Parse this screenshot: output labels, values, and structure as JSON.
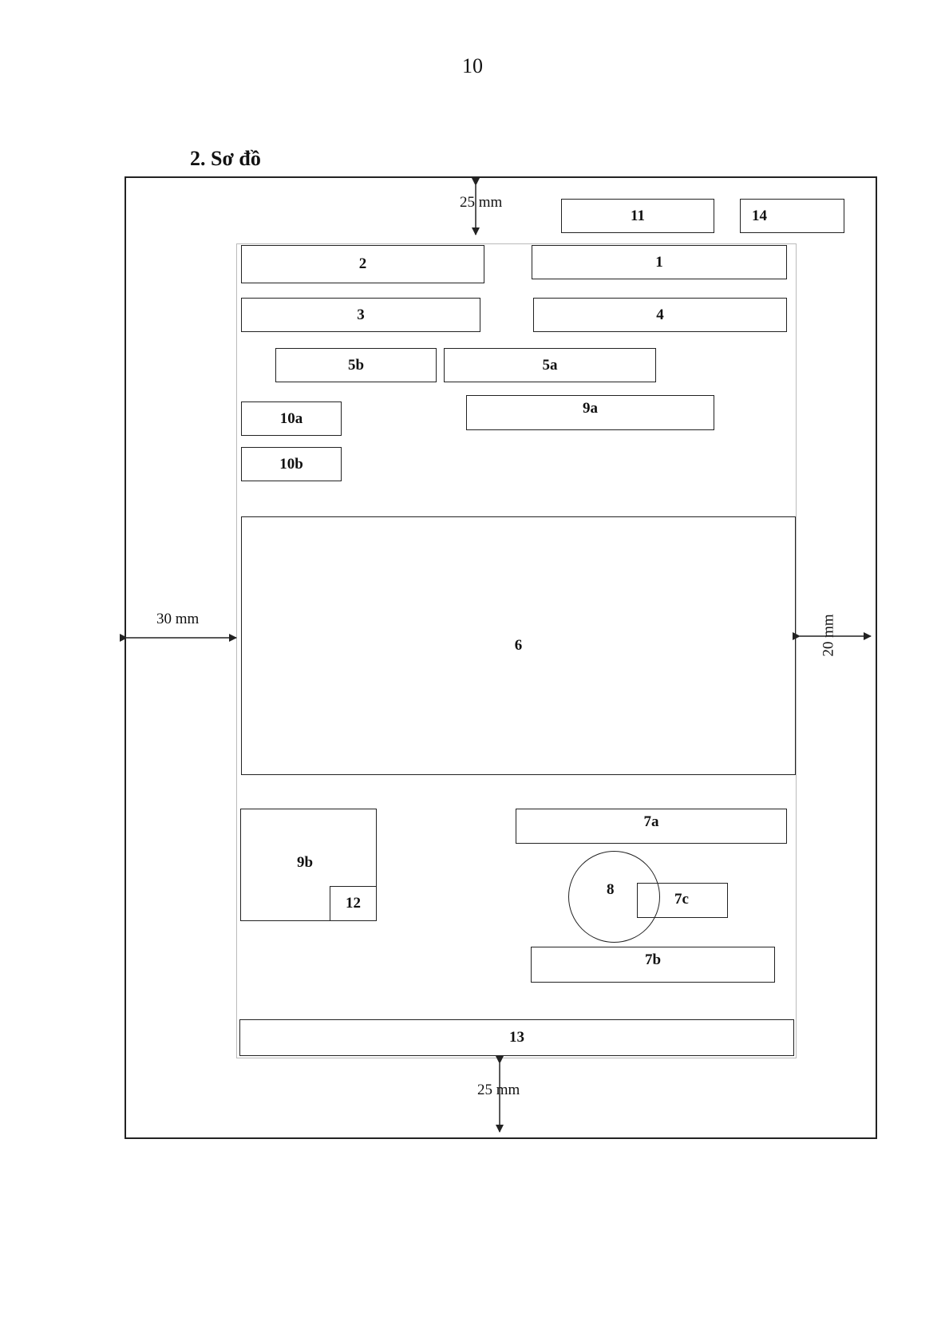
{
  "page": {
    "number": "10"
  },
  "section": {
    "title": "2. Sơ đồ"
  },
  "boxes": {
    "b11": "11",
    "b14": "14",
    "b2": "2",
    "b1": "1",
    "b3": "3",
    "b4": "4",
    "b5b": "5b",
    "b5a": "5a",
    "b10a": "10a",
    "b9a": "9a",
    "b10b": "10b",
    "b6": "6",
    "b9b": "9b",
    "b12": "12",
    "b7a": "7a",
    "b8": "8",
    "b7c": "7c",
    "b7b": "7b",
    "b13": "13"
  },
  "dimensions": {
    "top_margin": "25 mm",
    "bottom_margin": "25 mm",
    "left_margin": "30 mm",
    "right_margin": "20 mm"
  }
}
